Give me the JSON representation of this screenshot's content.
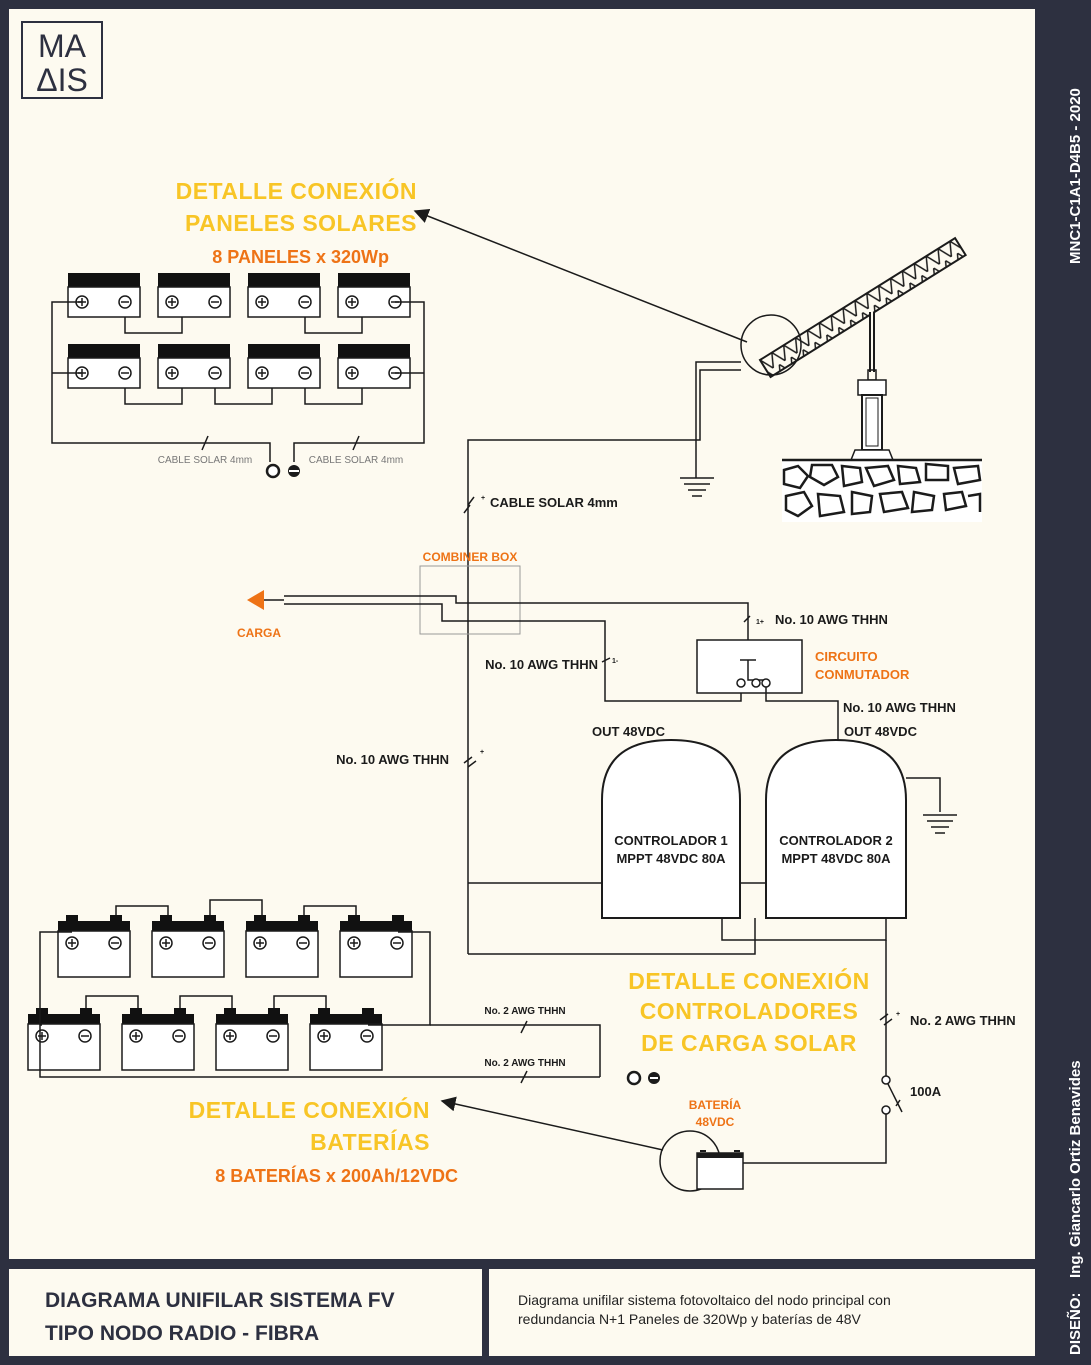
{
  "logo": {
    "line1": "MA",
    "line2": "ΔIS"
  },
  "side_code": "MNC1-C1A1-D4B5 - 2020",
  "side_designer_label": "DISEÑO:",
  "side_designer_name": "Ing. Giancarlo Ortiz Benavides",
  "panels": {
    "title_line1": "DETALLE CONEXIÓN",
    "title_line2": "PANELES SOLARES",
    "subtitle": "8 PANELES x 320Wp",
    "cable_left": "CABLE SOLAR 4mm",
    "cable_right": "CABLE SOLAR 4mm"
  },
  "main_cable": "CABLE SOLAR 4mm",
  "combiner_box": "COMBINER BOX",
  "carga": "CARGA",
  "commutator": {
    "line1": "CIRCUITO",
    "line2": "CONMUTADOR"
  },
  "wires": {
    "awg10_top": "No. 10 AWG THHN",
    "awg10_left": "No. 10 AWG THHN",
    "awg10_right": "No. 10 AWG THHN",
    "awg10_main": "No. 10 AWG THHN",
    "awg2_top": "No. 2 AWG THHN",
    "awg2_bottom": "No. 2 AWG THHN",
    "awg2_right": "No. 2 AWG THHN"
  },
  "controllers": [
    {
      "out": "OUT 48VDC",
      "name": "CONTROLADOR 1",
      "spec": "MPPT 48VDC 80A"
    },
    {
      "out": "OUT 48VDC",
      "name": "CONTROLADOR 2",
      "spec": "MPPT 48VDC 80A"
    }
  ],
  "controllers_title": [
    "DETALLE CONEXIÓN",
    "CONTROLADORES",
    "DE CARGA SOLAR"
  ],
  "breaker": "100A",
  "battery_label": {
    "line1": "BATERÍA",
    "line2": "48VDC"
  },
  "batteries": {
    "title_line1": "DETALLE CONEXIÓN",
    "title_line2": "BATERÍAS",
    "subtitle": "8 BATERÍAS x 200Ah/12VDC"
  },
  "footer": {
    "title_line1": "DIAGRAMA UNIFILAR SISTEMA FV",
    "title_line2": "TIPO NODO RADIO - FIBRA",
    "desc_line1": "Diagrama unifilar sistema fotovoltaico del nodo principal con",
    "desc_line2": "redundancia N+1 Paneles de 320Wp y baterías de 48V"
  },
  "colors": {
    "frame": "#2d3040",
    "yellow": "#f8c526",
    "orange": "#ee7316",
    "background": "#fdfaf0"
  }
}
